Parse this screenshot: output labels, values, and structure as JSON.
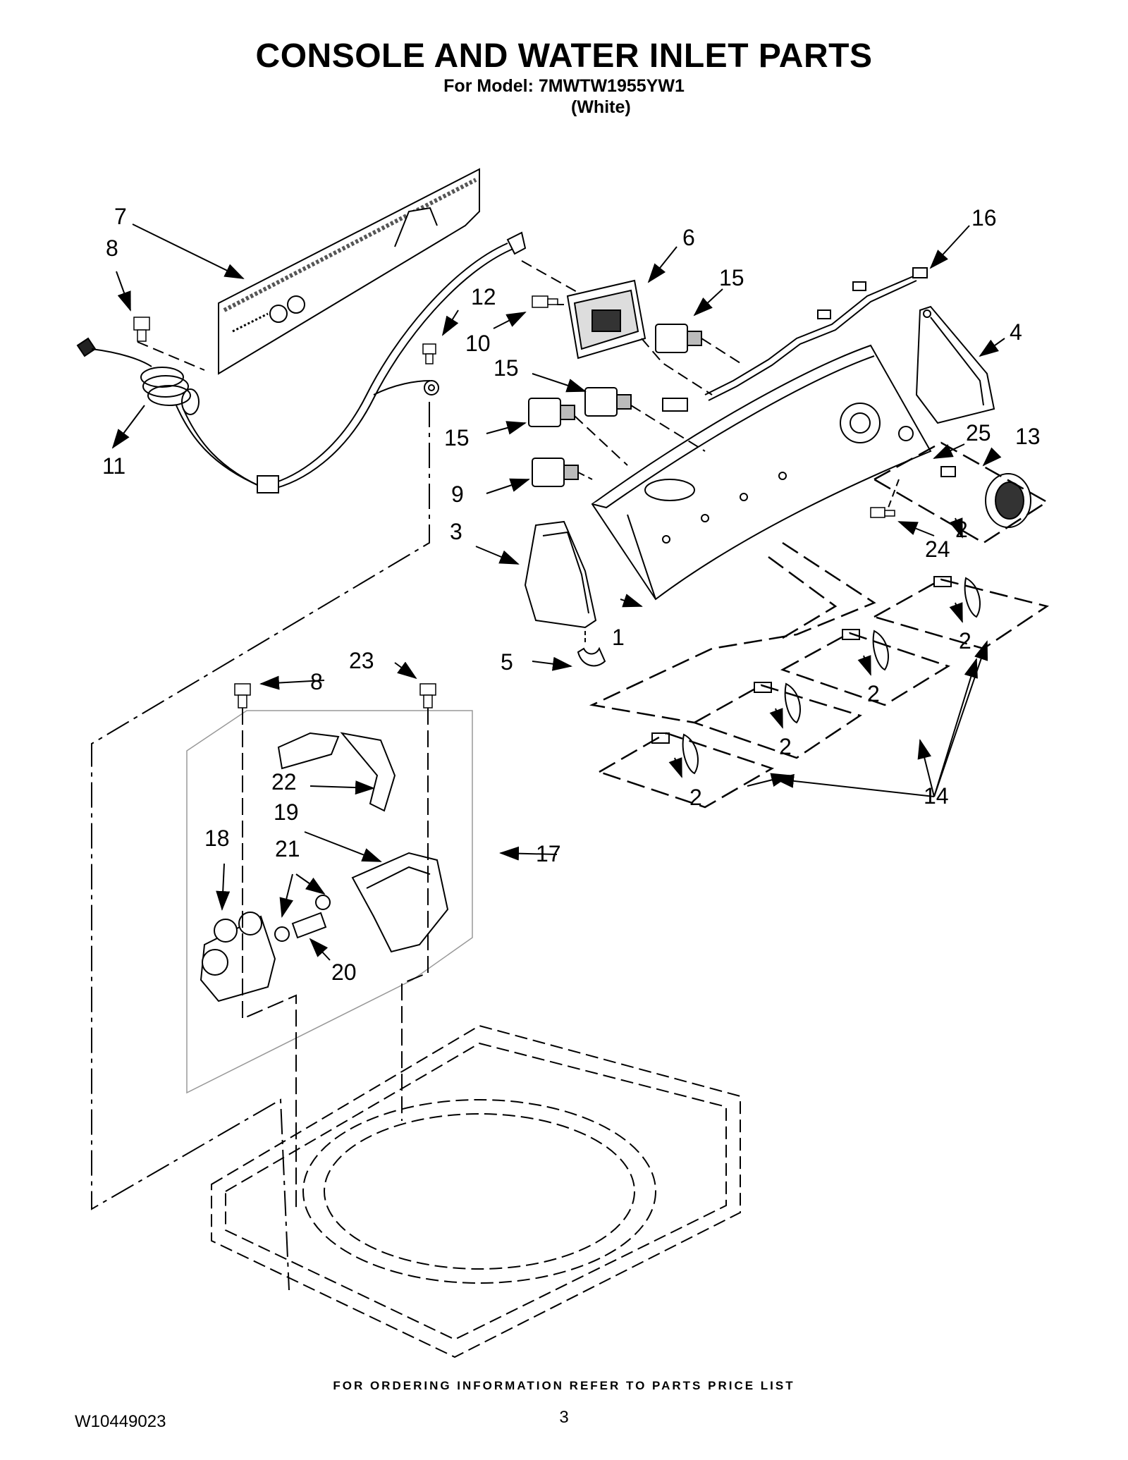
{
  "header": {
    "title": "CONSOLE AND WATER INLET PARTS",
    "model_line": "For Model: 7MWTW1955YW1",
    "color_line": "(White)"
  },
  "callouts": {
    "c1": "1",
    "c2": "2",
    "c3": "3",
    "c4": "4",
    "c5": "5",
    "c6": "6",
    "c7": "7",
    "c8": "8",
    "c9": "9",
    "c10": "10",
    "c11": "11",
    "c12": "12",
    "c13": "13",
    "c14": "14",
    "c15": "15",
    "c16": "16",
    "c17": "17",
    "c18": "18",
    "c19": "19",
    "c20": "20",
    "c21": "21",
    "c22": "22",
    "c23": "23",
    "c24": "24",
    "c25": "25"
  },
  "footer": {
    "ordering": "FOR ORDERING INFORMATION REFER TO PARTS PRICE LIST",
    "doc_number": "W10449023",
    "page_number": "3"
  }
}
